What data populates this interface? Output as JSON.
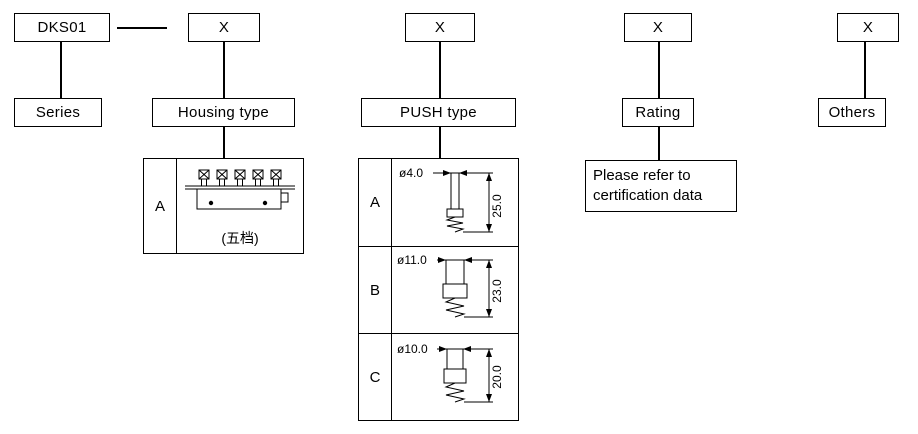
{
  "columns": [
    {
      "code": "DKS01",
      "label": "Series"
    },
    {
      "code": "X",
      "label": "Housing type"
    },
    {
      "code": "X",
      "label": "PUSH type"
    },
    {
      "code": "X",
      "label": "Rating"
    },
    {
      "code": "X",
      "label": "Others"
    }
  ],
  "housing_options": {
    "rows": [
      {
        "key": "A",
        "caption": "(五档)"
      }
    ]
  },
  "push_options": {
    "rows": [
      {
        "key": "A",
        "diameter": "ø4.0",
        "length": "25.0"
      },
      {
        "key": "B",
        "diameter": "ø11.0",
        "length": "23.0"
      },
      {
        "key": "C",
        "diameter": "ø10.0",
        "length": "20.0"
      }
    ]
  },
  "rating_note": "Please refer to certification data"
}
